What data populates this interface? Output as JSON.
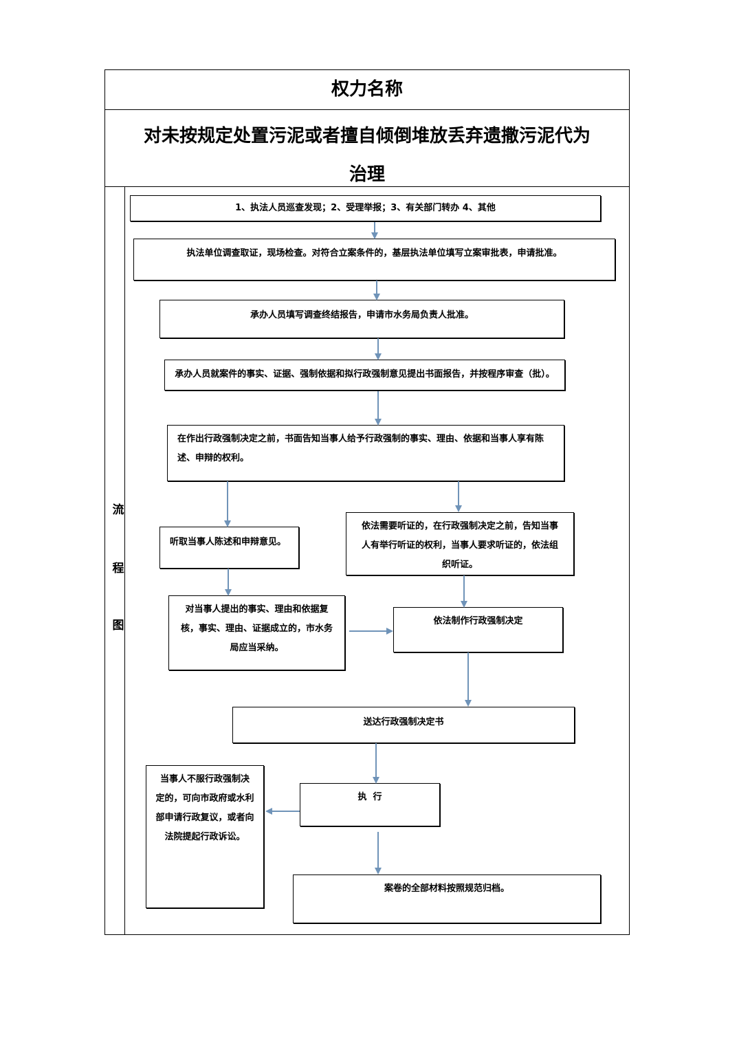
{
  "header": {
    "label": "权力名称",
    "power_name_line1": "对未按规定处置污泥或者擅自倾倒堆放丢弃遗撒污泥代为",
    "power_name_line2": "治理"
  },
  "side_label": [
    "流",
    "程",
    "图"
  ],
  "steps": {
    "s1": "1、执法人员巡查发现；2、受理举报；3、有关部门转办 4、其他",
    "s2": "执法单位调查取证，现场检查。对符合立案条件的，基层执法单位填写立案审批表，申请批准。",
    "s3": "承办人员填写调查终结报告，申请市水务局负责人批准。",
    "s4": "承办人员就案件的事实、证据、强制依据和拟行政强制意见提出书面报告，并按程序审查（批）。",
    "s5_line1": "在作出行政强制决定之前，书面告知当事人给予行政强制的事实、理由、依据和当事人享有陈",
    "s5_line2": "述、申辩的权利。",
    "s6": "听取当事人陈述和申辩意见。",
    "s7_line1": "依法需要听证的，在行政强制决定之前，告知当事",
    "s7_line2": "人有举行听证的权利，当事人要求听证的，依法组",
    "s7_line3": "织听证。",
    "s8_line1": "对当事人提出的事实、理由和依据复",
    "s8_line2": "核，事实、理由、证据成立的，市水务",
    "s8_line3": "局应当采纳。",
    "s9": "依法制作行政强制决定",
    "s10": "送达行政强制决定书",
    "s11": "执  行",
    "s12_line1": "当事人不服行政强制决",
    "s12_line2": "定的，可向市政府或水利",
    "s12_line3": "部申请行政复议，或者向",
    "s12_line4": "法院提起行政诉讼。",
    "s13": "案卷的全部材料按照规范归档。"
  },
  "colors": {
    "arrow": "#6f93b8",
    "border": "#000000"
  }
}
